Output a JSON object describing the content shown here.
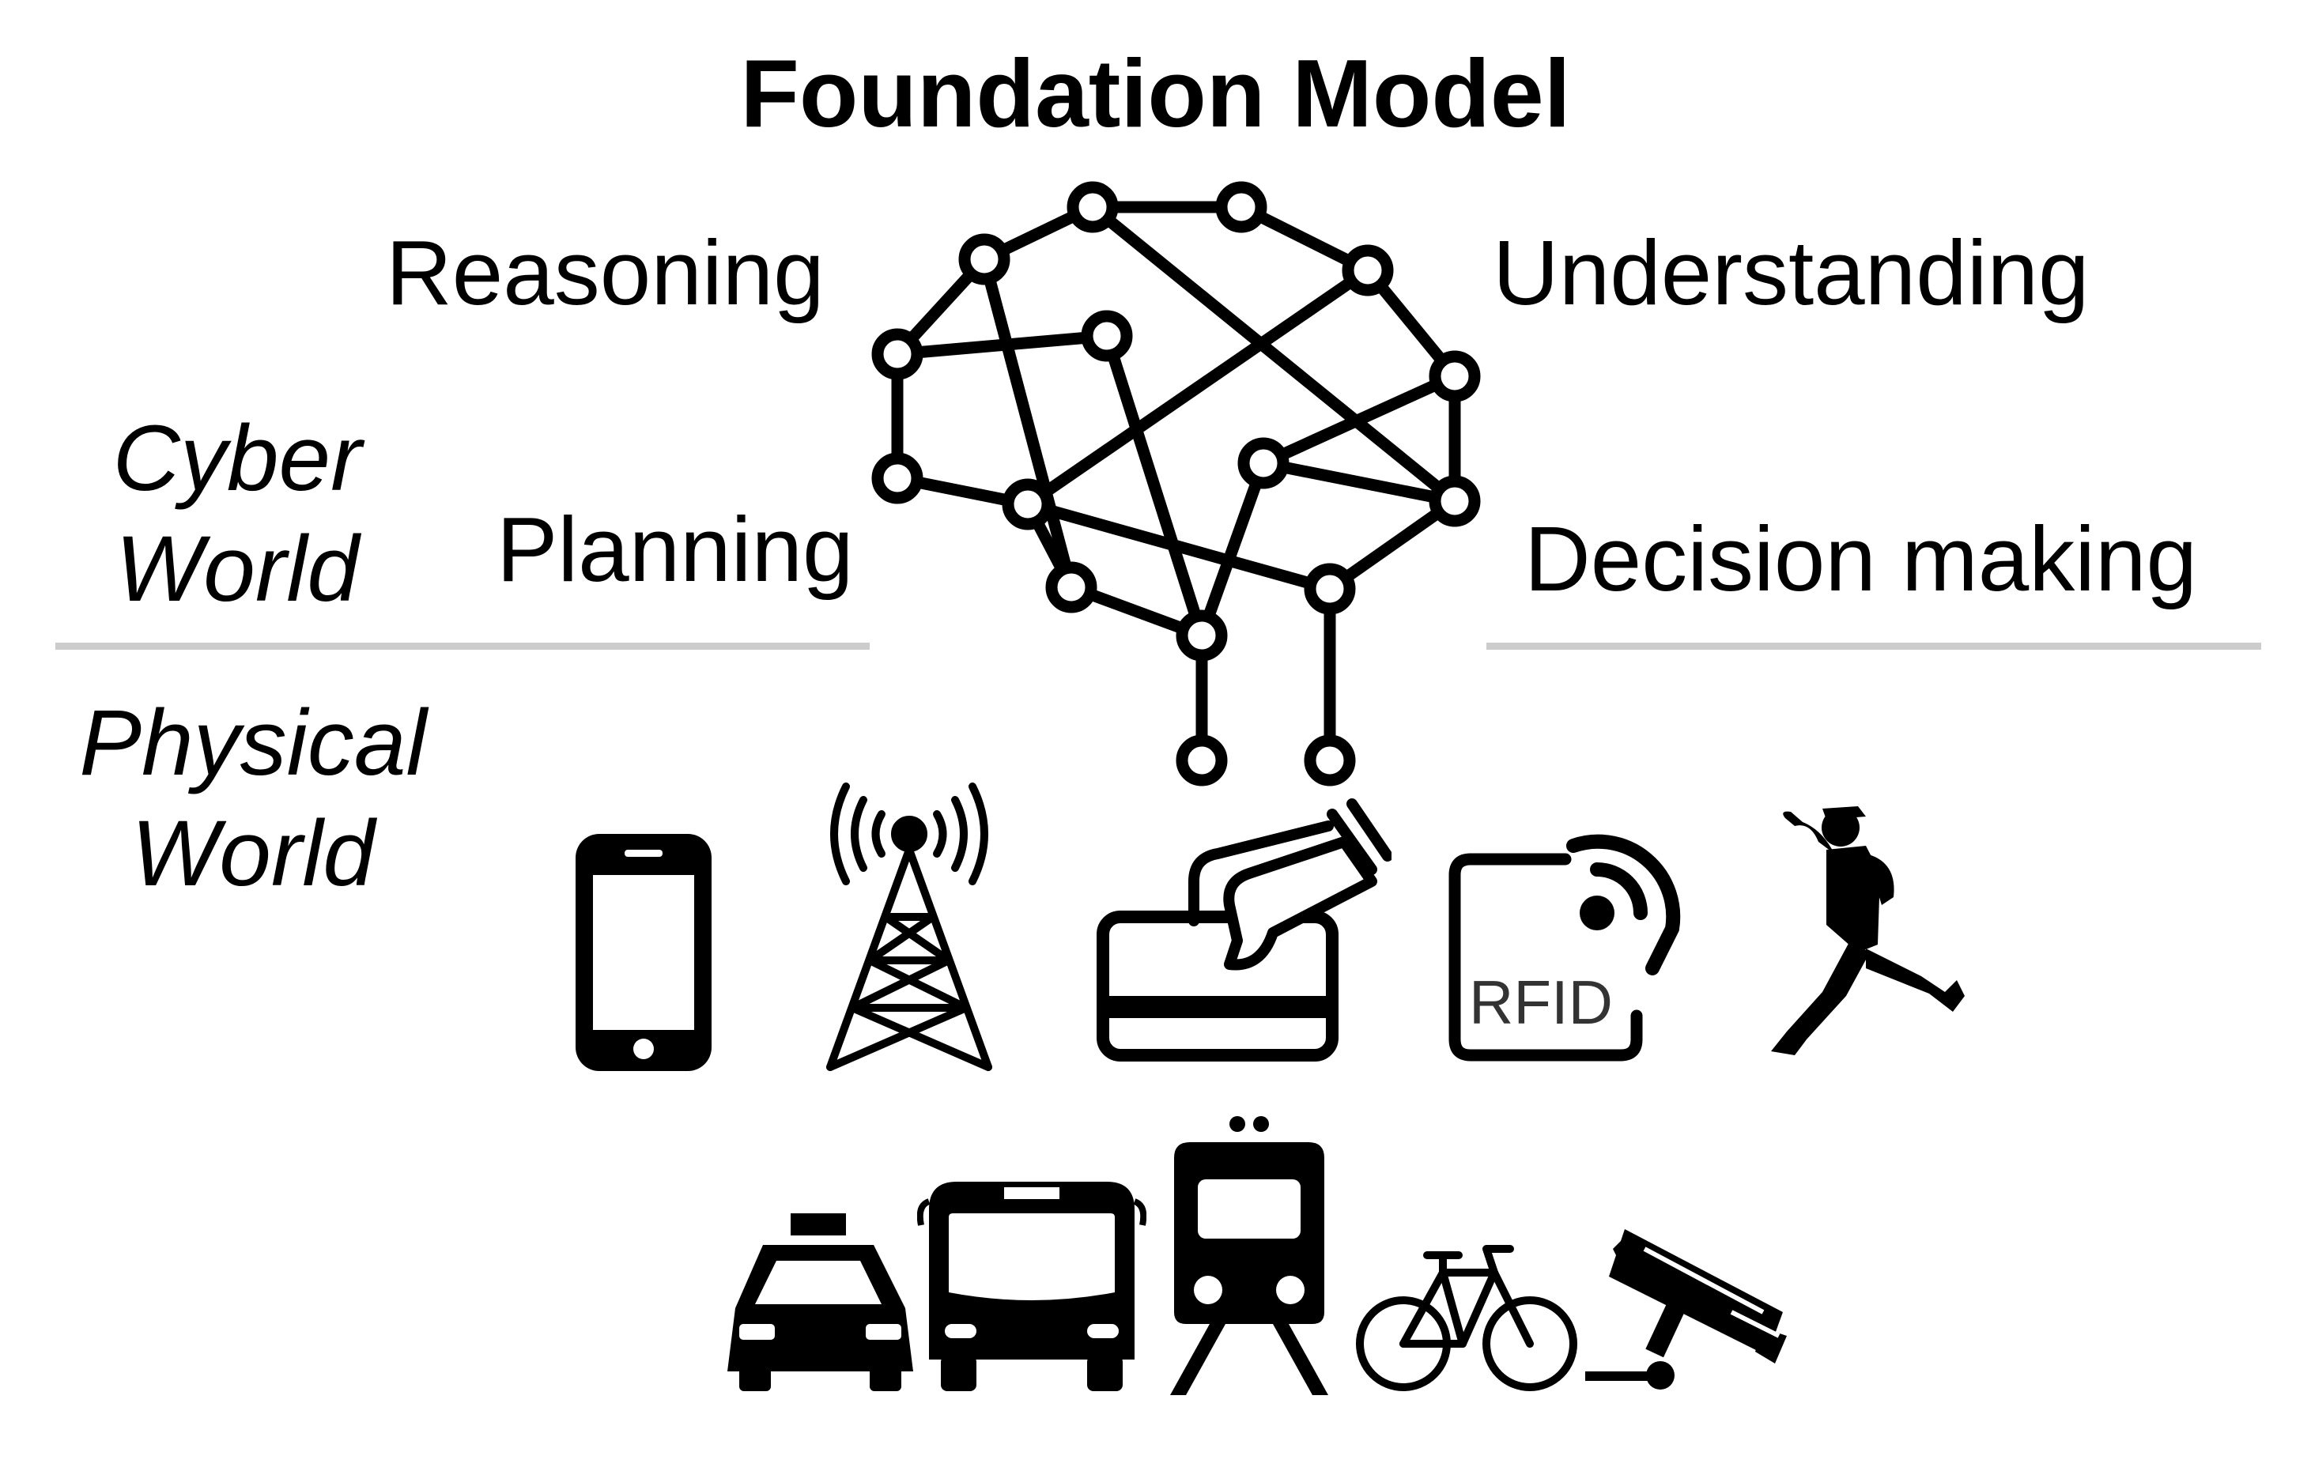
{
  "title": "Foundation Model",
  "capabilities": {
    "reasoning": "Reasoning",
    "understanding": "Understanding",
    "planning": "Planning",
    "decision_making": "Decision making"
  },
  "worlds": {
    "cyber_line1": "Cyber",
    "cyber_line2": "World",
    "physical_line1": "Physical",
    "physical_line2": "World"
  },
  "icons": {
    "brain": "neural-network-brain-icon",
    "row1": [
      "smartphone-icon",
      "cell-tower-icon",
      "card-payment-icon",
      "rfid-icon",
      "running-person-icon"
    ],
    "row2": [
      "taxi-icon",
      "bus-icon",
      "train-icon",
      "bicycle-icon",
      "surveillance-camera-icon"
    ],
    "rfid_text": "RFID"
  },
  "colors": {
    "foreground": "#000000",
    "divider": "#cccccc",
    "background": "#ffffff"
  }
}
